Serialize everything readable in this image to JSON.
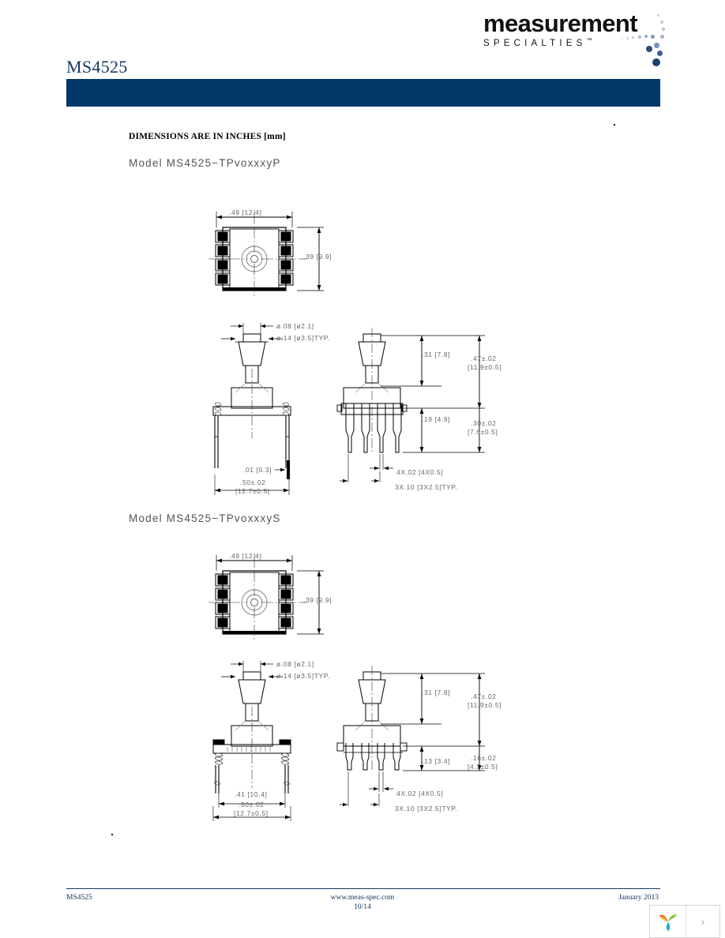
{
  "header": {
    "logo_main": "measurement",
    "logo_sub": "SPECIALTIES",
    "logo_tm": "™",
    "part_title": "MS4525",
    "brand_navy": "#043868",
    "brand_blue": "#123a63",
    "dot_color": "#8b9dc3"
  },
  "drawing": {
    "units_note": "DIMENSIONS ARE IN INCHES [mm]",
    "model_p": "Model  MS4525−TPvoxxxyP",
    "model_s": "Model  MS4525−TPvoxxxyS",
    "top_view": {
      "width_dim": ".49  [12.4]",
      "height_dim": ".39  [9.9]"
    },
    "front_view_p": {
      "port_small": "ø.08  [ø2.1]",
      "port_large": "ø.14  [ø3.5]",
      "port_large_suffix": "TYP.",
      "lead_thickness": ".01  [0.3]",
      "body_width": ".50±.02",
      "body_width_mm": "[12.7±0.5]"
    },
    "side_view_p": {
      "port_height": ".31  [7.8]",
      "total_height": ".47±.02",
      "total_height_mm": "[11.9±0.5]",
      "lead_length": ".19  [4.9]",
      "below_flange": ".30±.02",
      "below_flange_mm": "[7.6±0.5]",
      "lead_width": "4X.02  [4X0.5]",
      "lead_pitch": "3X.10  [3X2.5]",
      "lead_pitch_suffix": "TYP."
    },
    "top_view_s": {
      "width_dim": ".49  [12.4]",
      "height_dim": ".39  [9.9]"
    },
    "front_view_s": {
      "port_small": "ø.08  [ø2.1]",
      "port_large": "ø.14  [ø3.5]",
      "port_large_suffix": "TYP.",
      "inner_width": ".41  [10.4]",
      "body_width": ".50±.02",
      "body_width_mm": "[12.7±0.5]"
    },
    "side_view_s": {
      "port_height": ".31  [7.8]",
      "total_height": ".47±.02",
      "total_height_mm": "[11.9±0.5]",
      "lead_length": ".13  [3.4]",
      "below_flange": ".16±.02",
      "below_flange_mm": "[4.1±0.5]",
      "lead_width": "4X.02  [4X0.5]",
      "lead_pitch": "3X.10  [3X2.5]",
      "lead_pitch_suffix": "TYP."
    }
  },
  "footer": {
    "part": "MS4525",
    "website": "www.meas-spec.com",
    "page": "10/14",
    "date": "January 2013",
    "next_chevron": "›"
  }
}
